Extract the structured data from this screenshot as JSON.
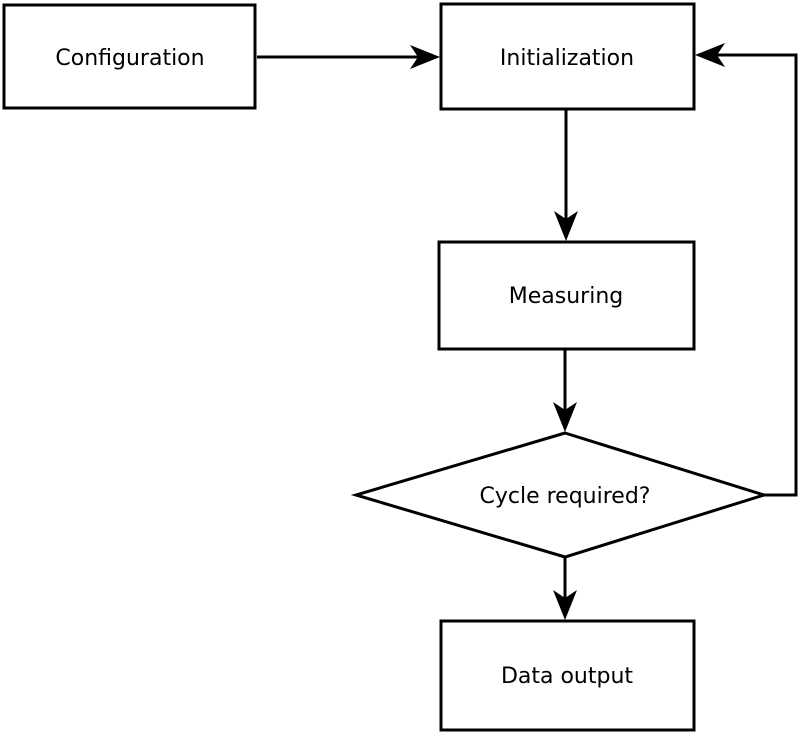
{
  "diagram": {
    "background_color": "#ffffff",
    "stroke_color": "#000000",
    "text_color": "#000000",
    "nodes": [
      {
        "id": "configuration",
        "label": "Configuration",
        "shape": "rectangle"
      },
      {
        "id": "initialization",
        "label": "Initialization",
        "shape": "rectangle"
      },
      {
        "id": "measuring",
        "label": "Measuring",
        "shape": "rectangle"
      },
      {
        "id": "cycle-required",
        "label": "Cycle required?",
        "shape": "diamond"
      },
      {
        "id": "data-output",
        "label": "Data output",
        "shape": "rectangle"
      }
    ],
    "edges": [
      {
        "from": "configuration",
        "to": "initialization",
        "kind": "straight"
      },
      {
        "from": "initialization",
        "to": "measuring",
        "kind": "straight"
      },
      {
        "from": "measuring",
        "to": "cycle-required",
        "kind": "straight"
      },
      {
        "from": "cycle-required",
        "to": "data-output",
        "kind": "straight"
      },
      {
        "from": "cycle-required",
        "to": "initialization",
        "kind": "loop-back"
      }
    ]
  }
}
